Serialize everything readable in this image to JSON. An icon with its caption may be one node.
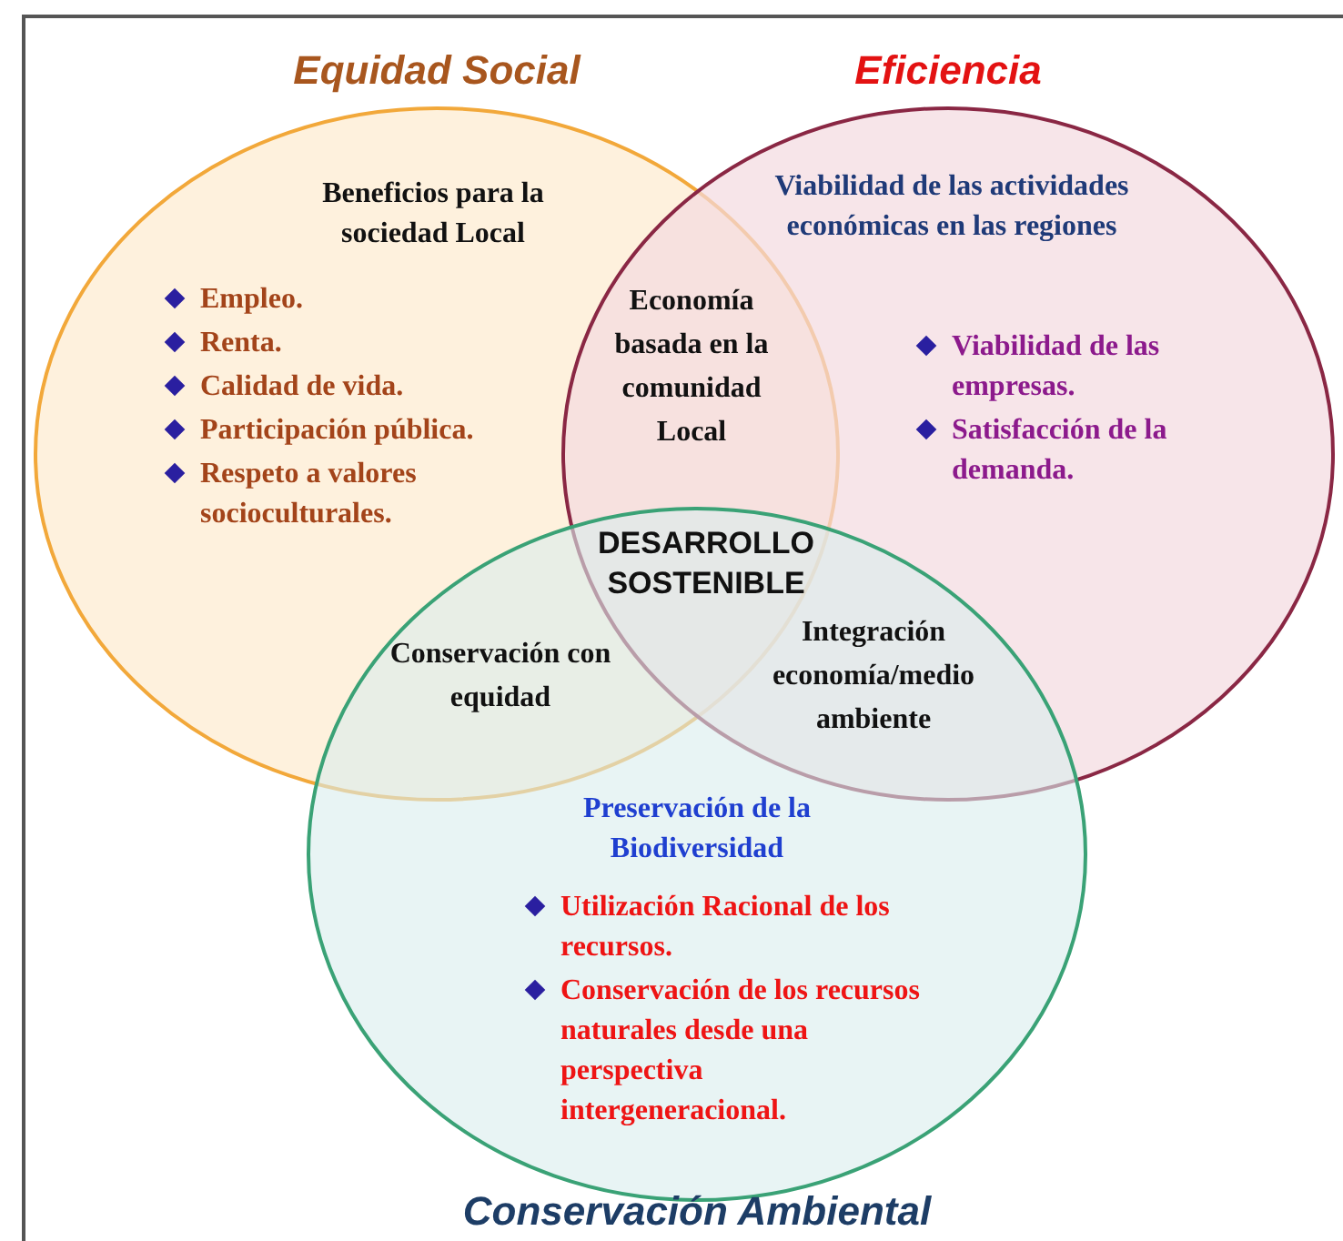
{
  "diagram": {
    "nodes": [
      {
        "text": [
          "Equidad Social",
          "Beneficios para la sociedad Local",
          "Empleo.",
          "Renta.",
          "Calidad de vida.",
          "Participación pública.",
          "Respeto a valores socioculturales."
        ]
      },
      {
        "text": [
          "Eficiencia",
          "Viabilidad de las actividades económicas en las regiones",
          "Viabilidad de las empresas.",
          "Satisfacción de la demanda."
        ]
      },
      {
        "text": [
          "Preservación de la Biodiversidad",
          "Utilización Racional de los recursos.",
          "Conservación de los recursos naturales desde una perspectiva intergeneracional.",
          "Conservación Ambiental"
        ]
      }
    ],
    "edges": [],
    "labels": [
      "Economía basada en la comunidad Local",
      "DESARROLLO SOSTENIBLE",
      "Conservación con equidad",
      "Integración economía/medio ambiente"
    ]
  }
}
